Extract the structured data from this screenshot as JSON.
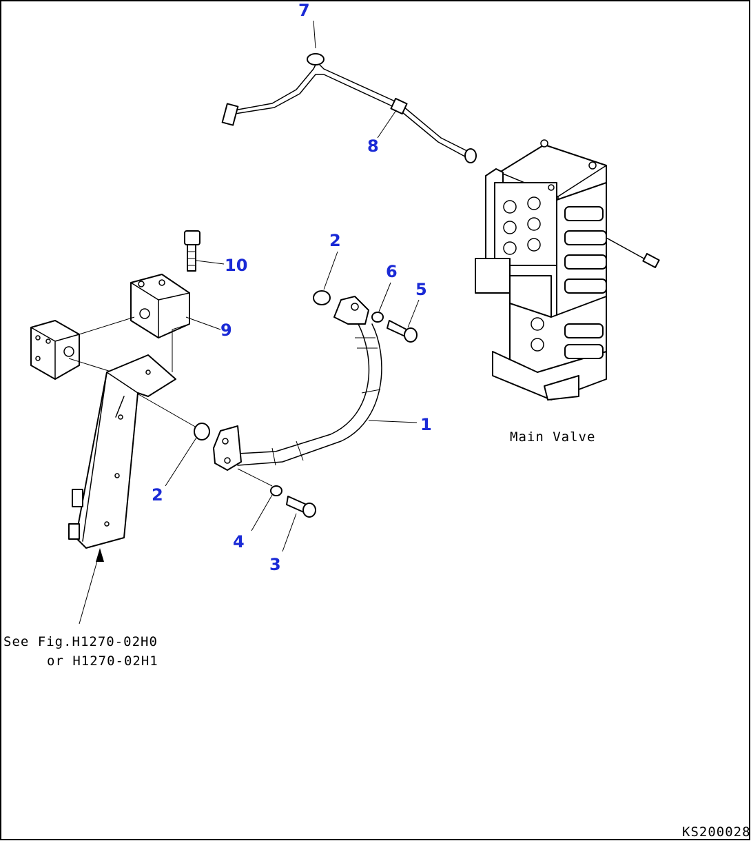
{
  "callouts": [
    {
      "id": "1",
      "label": "1"
    },
    {
      "id": "2a",
      "label": "2"
    },
    {
      "id": "2b",
      "label": "2"
    },
    {
      "id": "3",
      "label": "3"
    },
    {
      "id": "4",
      "label": "4"
    },
    {
      "id": "5",
      "label": "5"
    },
    {
      "id": "6",
      "label": "6"
    },
    {
      "id": "7",
      "label": "7"
    },
    {
      "id": "8",
      "label": "8"
    },
    {
      "id": "9",
      "label": "9"
    },
    {
      "id": "10",
      "label": "10"
    }
  ],
  "labels": {
    "main_valve": "Main Valve",
    "see_fig_line1": "See Fig.H1270-02H0",
    "see_fig_line2": "or H1270-02H1",
    "figure_code": "KS200028"
  },
  "colors": {
    "callout": "#1a2ad6",
    "line": "#000000",
    "background": "#ffffff"
  }
}
